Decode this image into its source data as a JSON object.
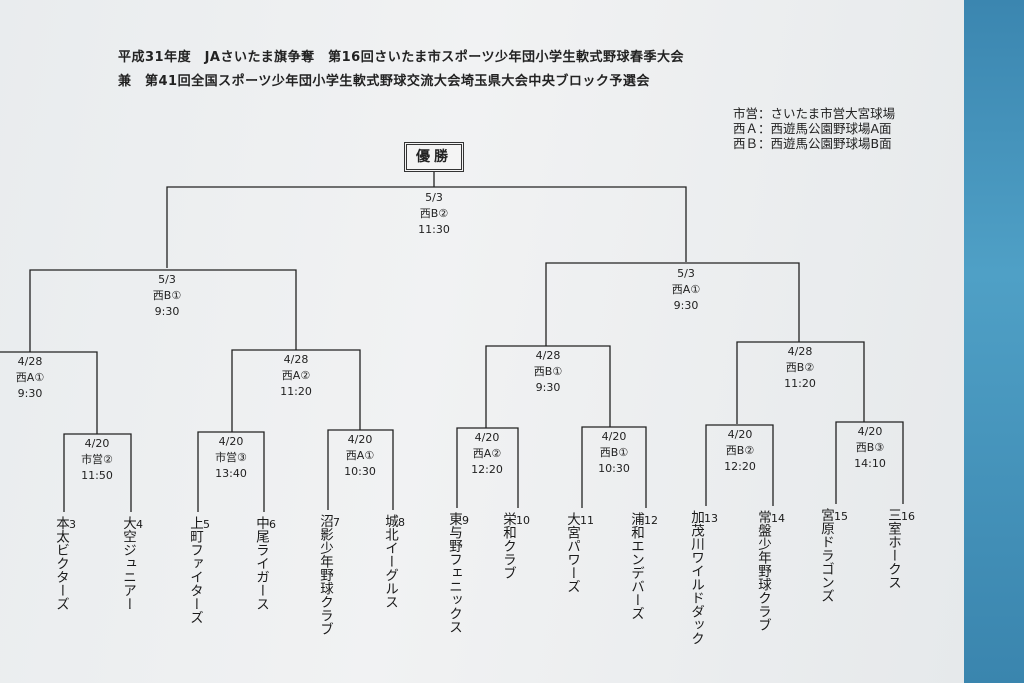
{
  "title": {
    "line1": "平成31年度　JAさいたま旗争奪　第16回さいたま市スポーツ少年団小学生軟式野球春季大会",
    "line2": "兼　第41回全国スポーツ少年団小学生軟式野球交流大会埼玉県大会中央ブロック予選会"
  },
  "legend": [
    "市営：さいたま市営大宮球場",
    "西Ａ：西遊馬公園野球場A面",
    "西Ｂ：西遊馬公園野球場B面"
  ],
  "champion_label": "優勝",
  "matches": {
    "final": {
      "date": "5/3",
      "venue": "西B②",
      "time": "11:30"
    },
    "sf_left": {
      "date": "5/3",
      "venue": "西B①",
      "time": "9:30"
    },
    "sf_right": {
      "date": "5/3",
      "venue": "西A①",
      "time": "9:30"
    },
    "qf1": {
      "date": "4/28",
      "venue": "西A①",
      "time": "9:30"
    },
    "qf2": {
      "date": "4/28",
      "venue": "西A②",
      "time": "11:20"
    },
    "qf3": {
      "date": "4/28",
      "venue": "西B①",
      "time": "9:30"
    },
    "qf4": {
      "date": "4/28",
      "venue": "西B②",
      "time": "11:20"
    },
    "r1_a": {
      "date": "4/20",
      "venue": "市営②",
      "time": "11:50"
    },
    "r1_b": {
      "date": "4/20",
      "venue": "市営③",
      "time": "13:40"
    },
    "r1_c": {
      "date": "4/20",
      "venue": "西A①",
      "time": "10:30"
    },
    "r1_d": {
      "date": "4/20",
      "venue": "西A②",
      "time": "12:20"
    },
    "r1_e": {
      "date": "4/20",
      "venue": "西B①",
      "time": "10:30"
    },
    "r1_f": {
      "date": "4/20",
      "venue": "西B②",
      "time": "12:20"
    },
    "r1_g": {
      "date": "4/20",
      "venue": "西B③",
      "time": "14:10"
    }
  },
  "teams": [
    {
      "num": "3",
      "name": "本太ビクターズ"
    },
    {
      "num": "4",
      "name": "大空ジュニアー"
    },
    {
      "num": "5",
      "name": "上町ファイターズ"
    },
    {
      "num": "6",
      "name": "中尾ライガース"
    },
    {
      "num": "7",
      "name": "沼影少年野球クラブ"
    },
    {
      "num": "8",
      "name": "城北イーグルス"
    },
    {
      "num": "9",
      "name": "東与野フェニックス"
    },
    {
      "num": "10",
      "name": "栄和クラブ"
    },
    {
      "num": "11",
      "name": "大宮パワーズ"
    },
    {
      "num": "12",
      "name": "浦和エンデバーズ"
    },
    {
      "num": "13",
      "name": "加茂川ワイルドダック"
    },
    {
      "num": "14",
      "name": "常盤少年野球クラブ"
    },
    {
      "num": "15",
      "name": "宮原ドラゴンズ"
    },
    {
      "num": "16",
      "name": "三室ホークス"
    }
  ]
}
